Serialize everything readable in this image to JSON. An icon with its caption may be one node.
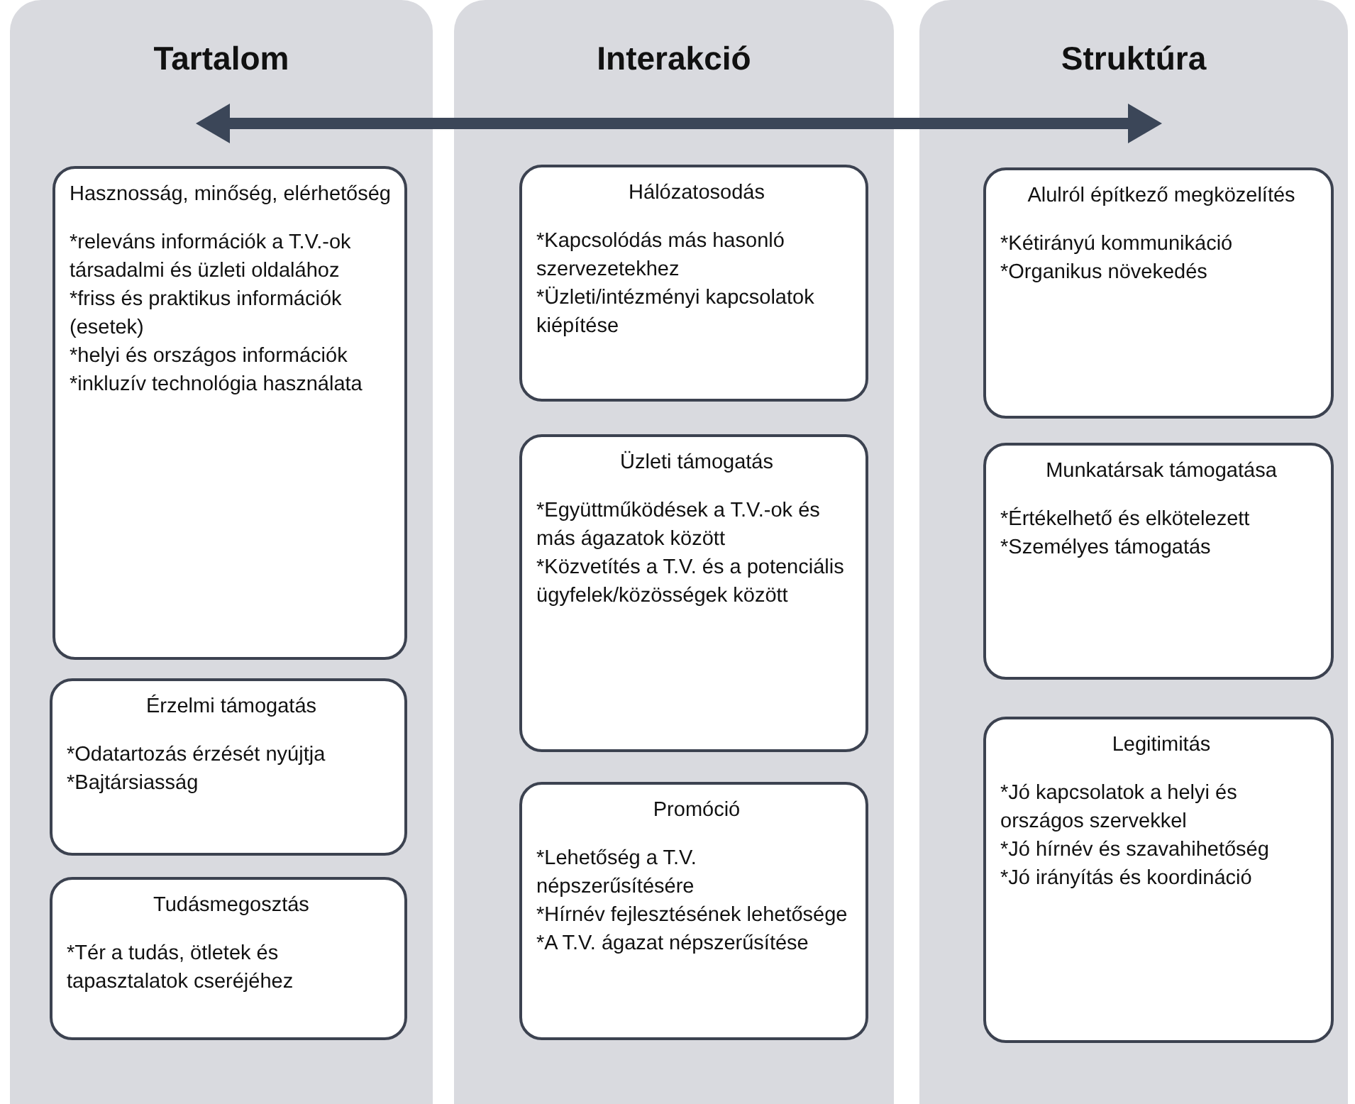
{
  "diagram": {
    "nodes": [
      {
        "text": [
          "Tartalom"
        ]
      },
      {
        "text": [
          "Hasznosság, minőség, elérhetőség",
          "*releváns információk a T.V.-ok társadalmi és üzleti oldalához",
          "*friss és praktikus információk (esetek)",
          "*helyi és országos információk",
          "*inkluzív technológia használata"
        ],
        "in": 0
      },
      {
        "text": [
          "Érzelmi támogatás",
          "*Odatartozás érzését nyújtja",
          "*Bajtársiasság"
        ],
        "in": 0
      },
      {
        "text": [
          "Tudásmegosztás",
          "*Tér a tudás, ötletek és tapasztalatok cseréjéhez"
        ],
        "in": 0
      },
      {
        "text": [
          "Interakció"
        ]
      },
      {
        "text": [
          "Hálózatosodás",
          "*Kapcsolódás más hasonló szervezetekhez",
          "*Üzleti/intézményi kapcsolatok kiépítése"
        ],
        "in": 4
      },
      {
        "text": [
          "Üzleti támogatás",
          "*Együttműködések a T.V.-ok és más ágazatok között",
          "*Közvetítés a T.V. és a potenciális ügyfelek/közösségek között"
        ],
        "in": 4
      },
      {
        "text": [
          "Promóció",
          "*Lehetőség a T.V. népszerűsítésére",
          "*Hírnév fejlesztésének lehetősége",
          "*A T.V. ágazat népszerűsítése"
        ],
        "in": 4
      },
      {
        "text": [
          "Struktúra"
        ]
      },
      {
        "text": [
          "Alulról építkező megközelítés",
          "*Kétirányú kommunikáció",
          "*Organikus növekedés"
        ],
        "in": 8
      },
      {
        "text": [
          "Munkatársak támogatása",
          "*Értékelhető és elkötelezett",
          "*Személyes támogatás"
        ],
        "in": 8
      },
      {
        "text": [
          "Legitimitás",
          "*Jó kapcsolatok a helyi és országos szervekkel",
          "*Jó hírnév és szavahihetőség",
          "*Jó irányítás és koordináció"
        ],
        "in": 8
      }
    ]
  }
}
